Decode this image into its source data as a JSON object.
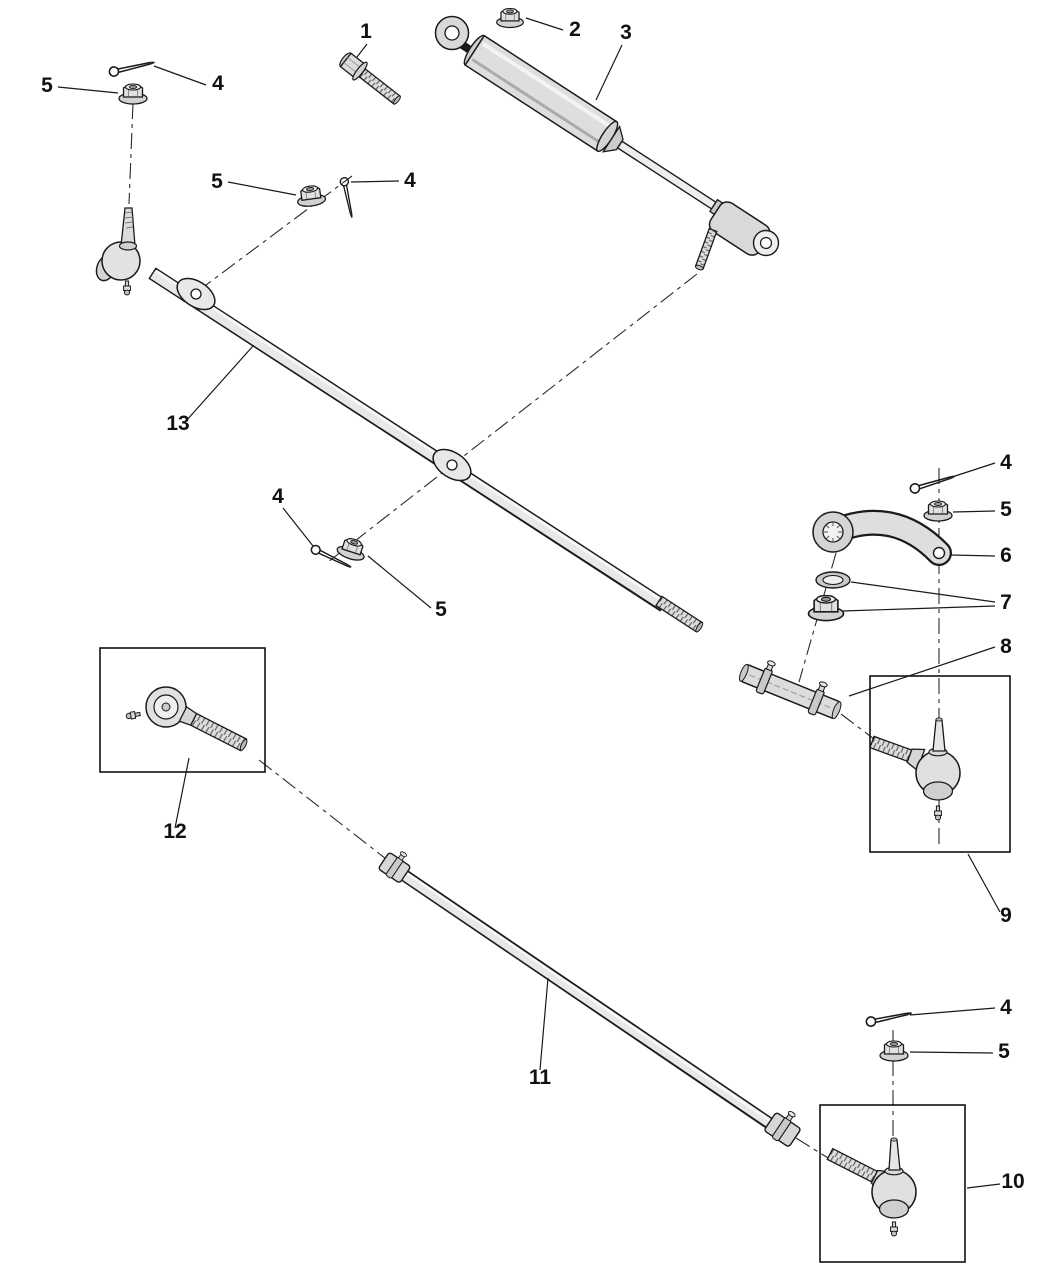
{
  "diagram": {
    "colors": {
      "line": "#1a1a1a",
      "fill_light": "#e8e8e8",
      "fill_mid": "#d8d8d8",
      "fill_dark": "#c9c9c9",
      "background": "#ffffff"
    },
    "callouts": {
      "n1": "1",
      "n2": "2",
      "n3": "3",
      "n4a": "4",
      "n4b": "4",
      "n4c": "4",
      "n4d": "4",
      "n4e": "4",
      "n5a": "5",
      "n5b": "5",
      "n5c": "5",
      "n5d": "5",
      "n5e": "5",
      "n6": "6",
      "n7": "7",
      "n8": "8",
      "n9": "9",
      "n10": "10",
      "n11": "11",
      "n12": "12",
      "n13": "13"
    }
  }
}
